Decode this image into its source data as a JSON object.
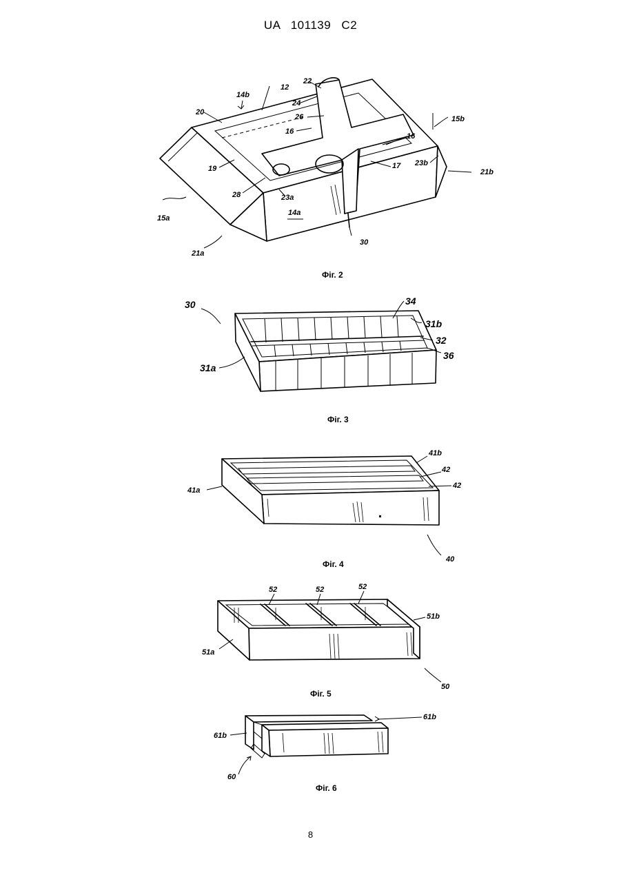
{
  "header": {
    "text": "UA   101139   C2"
  },
  "page_number": "8",
  "figures": {
    "fig2": {
      "caption": "Фіг. 2",
      "refs": {
        "r12": "12",
        "r14b": "14b",
        "r20": "20",
        "r22": "22",
        "r24": "24",
        "r26a": "26",
        "r16a": "16",
        "r16b": "16",
        "r15b": "15b",
        "r19": "19",
        "r17": "17",
        "r23b": "23b",
        "r21b": "21b",
        "r28": "28",
        "r23a": "23a",
        "r15a": "15a",
        "r14a": "14a",
        "r21a": "21a",
        "r30": "30"
      }
    },
    "fig3": {
      "caption": "Фіг. 3",
      "refs": {
        "r30": "30",
        "r34": "34",
        "r31b": "31b",
        "r32": "32",
        "r36": "36",
        "r31a": "31a"
      }
    },
    "fig4": {
      "caption": "Фіг. 4",
      "refs": {
        "r41b": "41b",
        "r42a": "42",
        "r42b": "42",
        "r41a": "41a",
        "r40": "40"
      }
    },
    "fig5": {
      "caption": "Фіг. 5",
      "refs": {
        "r52a": "52",
        "r52b": "52",
        "r52c": "52",
        "r51b": "51b",
        "r51a": "51a",
        "r50": "50"
      }
    },
    "fig6": {
      "caption": "Фіг. 6",
      "refs": {
        "r61b": "61b",
        "r61a": "61b",
        "r60": "60"
      }
    }
  }
}
